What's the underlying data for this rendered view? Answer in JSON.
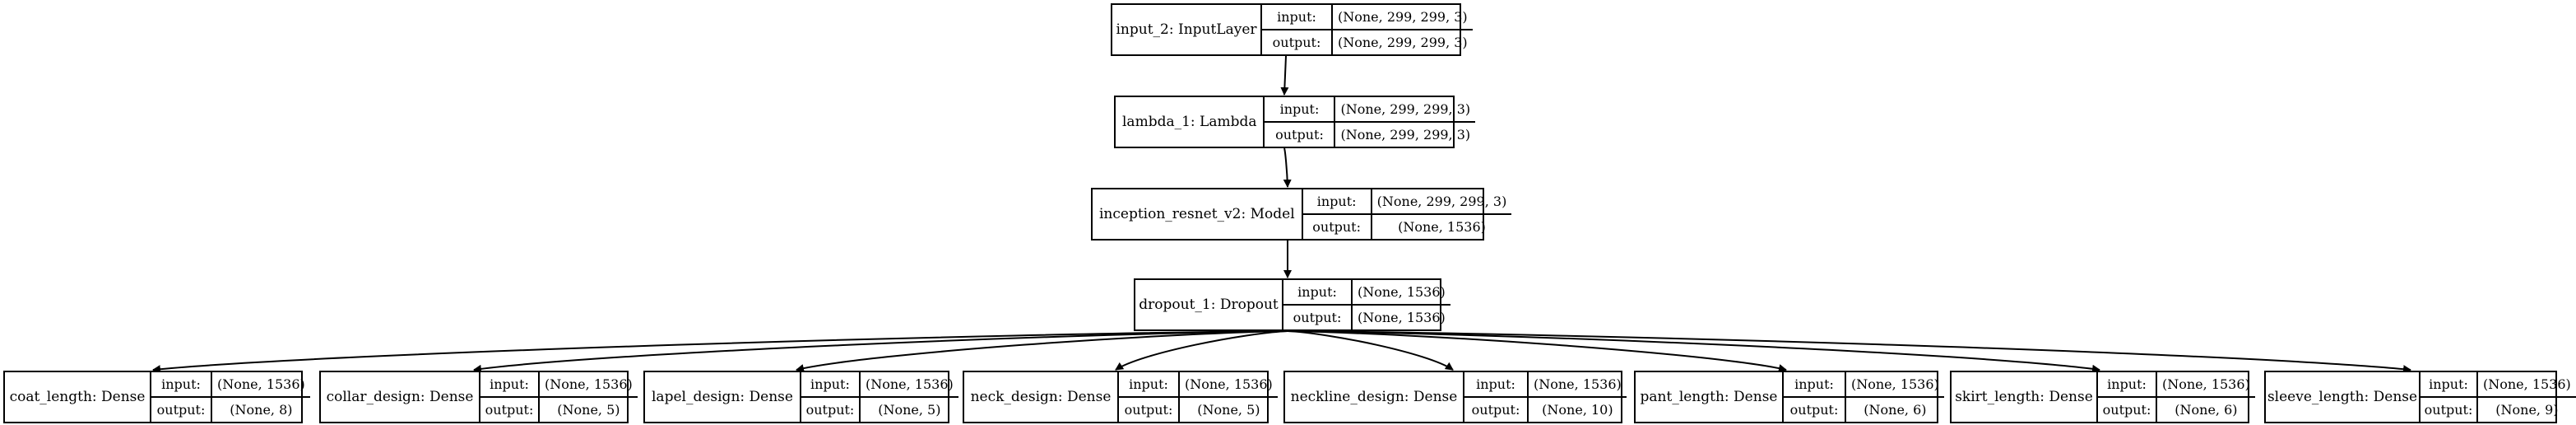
{
  "io_labels": {
    "input": "input:",
    "output": "output:"
  },
  "layers": [
    {
      "name": "input_2: InputLayer",
      "input": "(None, 299, 299, 3)",
      "output": "(None, 299, 299, 3)"
    },
    {
      "name": "lambda_1: Lambda",
      "input": "(None, 299, 299, 3)",
      "output": "(None, 299, 299, 3)"
    },
    {
      "name": "inception_resnet_v2: Model",
      "input": "(None, 299, 299, 3)",
      "output": "(None, 1536)"
    },
    {
      "name": "dropout_1: Dropout",
      "input": "(None, 1536)",
      "output": "(None, 1536)"
    },
    {
      "name": "coat_length: Dense",
      "input": "(None, 1536)",
      "output": "(None, 8)"
    },
    {
      "name": "collar_design: Dense",
      "input": "(None, 1536)",
      "output": "(None, 5)"
    },
    {
      "name": "lapel_design: Dense",
      "input": "(None, 1536)",
      "output": "(None, 5)"
    },
    {
      "name": "neck_design: Dense",
      "input": "(None, 1536)",
      "output": "(None, 5)"
    },
    {
      "name": "neckline_design: Dense",
      "input": "(None, 1536)",
      "output": "(None, 10)"
    },
    {
      "name": "pant_length: Dense",
      "input": "(None, 1536)",
      "output": "(None, 6)"
    },
    {
      "name": "skirt_length: Dense",
      "input": "(None, 1536)",
      "output": "(None, 6)"
    },
    {
      "name": "sleeve_length: Dense",
      "input": "(None, 1536)",
      "output": "(None, 9)"
    }
  ],
  "edges": [
    [
      0,
      1
    ],
    [
      1,
      2
    ],
    [
      2,
      3
    ],
    [
      3,
      4
    ],
    [
      3,
      5
    ],
    [
      3,
      6
    ],
    [
      3,
      7
    ],
    [
      3,
      8
    ],
    [
      3,
      9
    ],
    [
      3,
      10
    ],
    [
      3,
      11
    ]
  ]
}
